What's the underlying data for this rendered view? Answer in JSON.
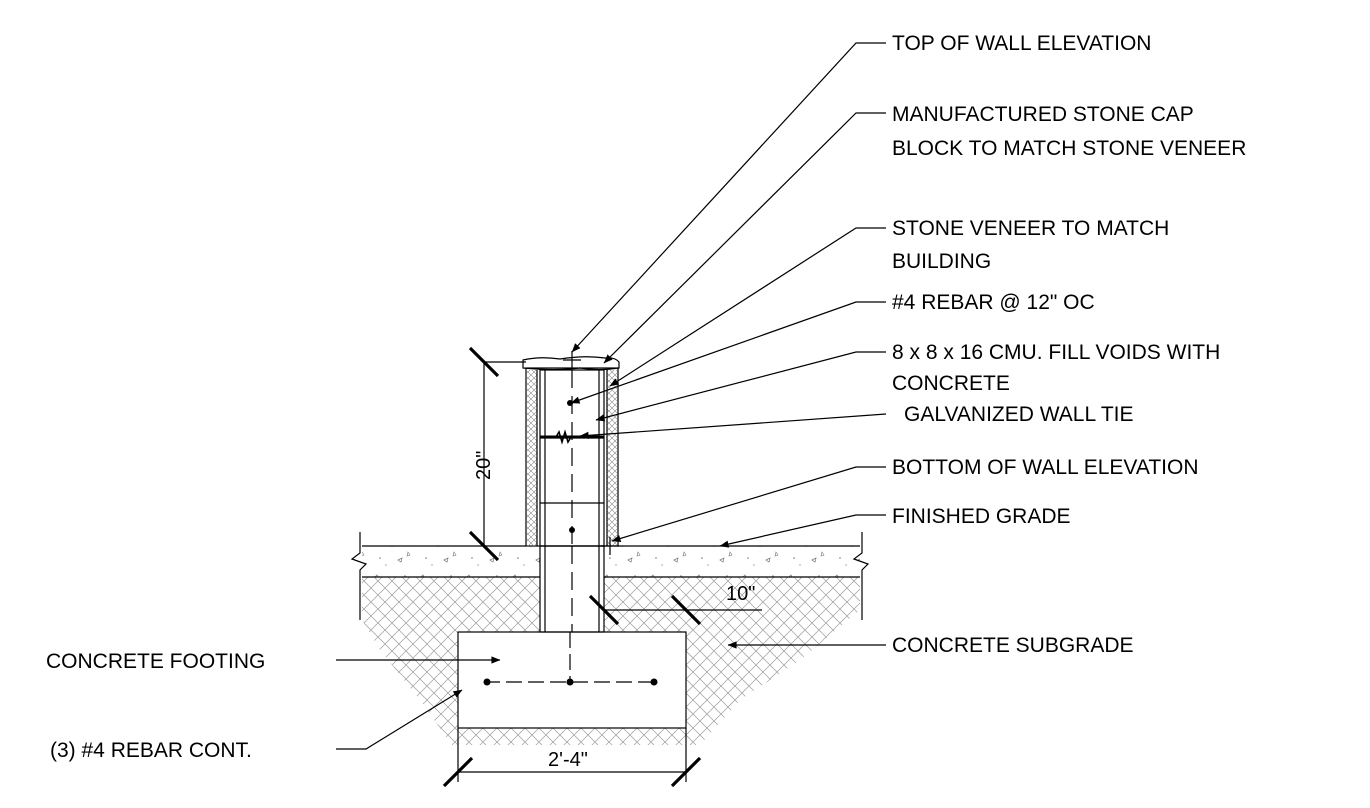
{
  "labels": {
    "top_of_wall": "TOP OF WALL ELEVATION",
    "cap_line1": "MANUFACTURED STONE CAP",
    "cap_line2": "BLOCK TO MATCH STONE VENEER",
    "veneer_line1": "STONE VENEER TO MATCH",
    "veneer_line2": "BUILDING",
    "rebar": "#4 REBAR @ 12\" OC",
    "cmu_line1": "8 x 8 x 16 CMU. FILL VOIDS WITH",
    "cmu_line2": "CONCRETE",
    "wall_tie": "GALVANIZED WALL TIE",
    "bottom_of_wall": "BOTTOM OF WALL ELEVATION",
    "finished_grade": "FINISHED GRADE",
    "subgrade": "CONCRETE SUBGRADE",
    "footing": "CONCRETE FOOTING",
    "footing_rebar": "(3) #4 REBAR CONT."
  },
  "dimensions": {
    "wall_height": "20\"",
    "footing_depth": "10\"",
    "footing_width": "2'-4\""
  }
}
